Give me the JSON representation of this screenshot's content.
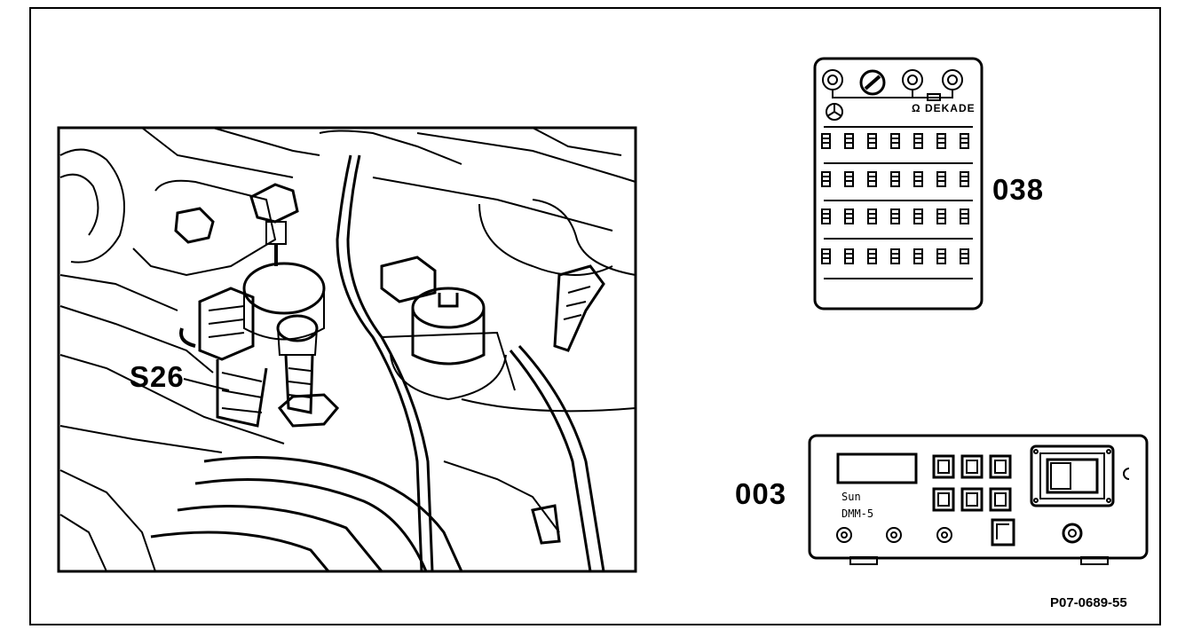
{
  "labels": {
    "component": "S26",
    "decade_box_code": "038",
    "multimeter_code": "003",
    "figure_id": "P07-0689-55"
  },
  "decade_box": {
    "ohm_label": "Ω DEKADE"
  },
  "multimeter": {
    "brand": "Sun",
    "model": "DMM-5"
  }
}
